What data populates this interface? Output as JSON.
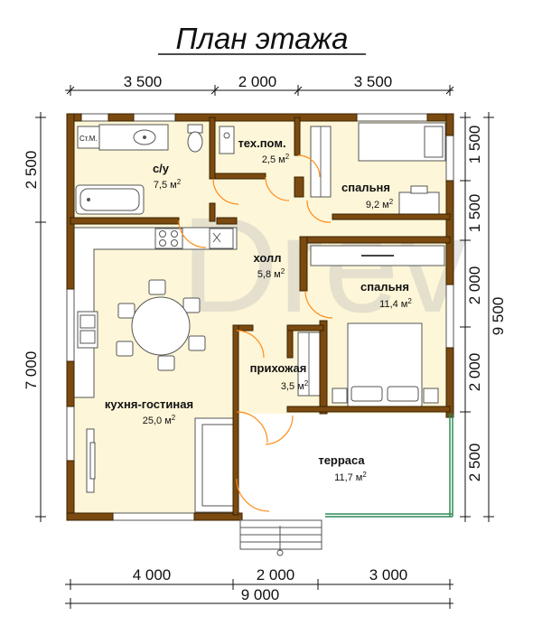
{
  "title": "План этажа",
  "watermark": "Drev",
  "dimensions": {
    "top": [
      "3 500",
      "2 000",
      "3 500"
    ],
    "bottom": [
      "4 000",
      "2 000",
      "3 000"
    ],
    "total_width": "9 000",
    "left": [
      "2 500",
      "7 000"
    ],
    "right": [
      "1 500",
      "1 500",
      "2 000",
      "2 000",
      "2 500"
    ],
    "total_height": "9 500"
  },
  "rooms": [
    {
      "name": "с/у",
      "area": "7,5 м",
      "sup": "2"
    },
    {
      "name": "тех.пом.",
      "area": "2,5 м",
      "sup": "2"
    },
    {
      "name": "спальня",
      "area": "9,2 м",
      "sup": "2"
    },
    {
      "name": "холл",
      "area": "5,8 м",
      "sup": "2"
    },
    {
      "name": "спальня",
      "area": "11,4 м",
      "sup": "2"
    },
    {
      "name": "прихожая",
      "area": "3,5 м",
      "sup": "2"
    },
    {
      "name": "кухня-гостиная",
      "area": "25,0 м",
      "sup": "2"
    },
    {
      "name": "терраса",
      "area": "11,7 м",
      "sup": "2"
    }
  ],
  "fixtures": {
    "washer_label": "Ст.М."
  },
  "colors": {
    "floor": "#fdf6d8",
    "terrace_floor": "#ffffff",
    "wall_fill": "#7a4a10",
    "wall_stroke": "#3a2200",
    "door": "#ff8c1a",
    "window": "#2e8b57"
  }
}
